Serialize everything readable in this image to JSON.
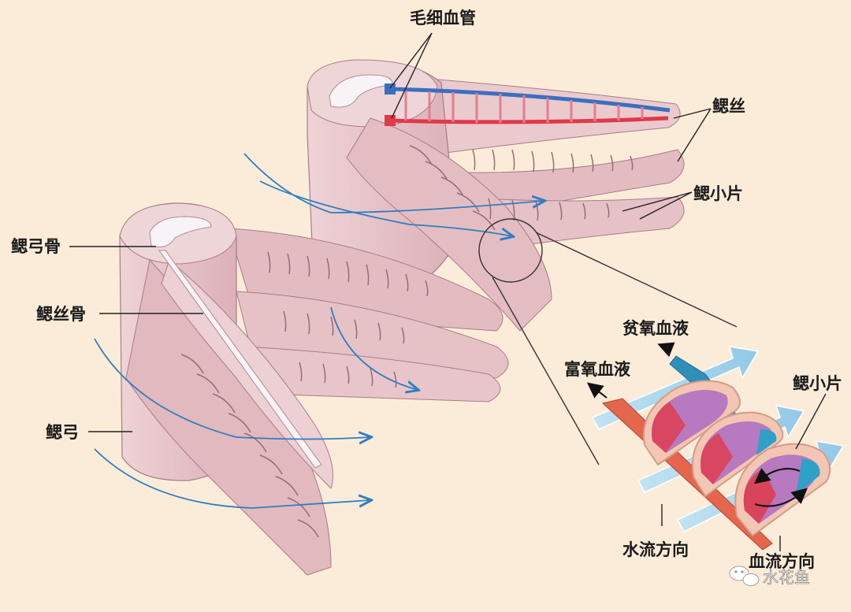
{
  "labels": {
    "capillaries": "毛细血管",
    "gill_filament": "鳃丝",
    "gill_lamella_top": "鳃小片",
    "gill_arch_bone": "鳃弓骨",
    "gill_filament_bone": "鳃丝骨",
    "gill_arch": "鳃弓",
    "deoxygenated_blood": "贫氧血液",
    "oxygenated_blood": "富氧血液",
    "gill_lamella_inset": "鳃小片",
    "water_flow_direction": "水流方向",
    "blood_flow_direction": "血流方向"
  },
  "watermark": {
    "text": "水花鱼",
    "icon": "wechat-icon"
  },
  "colors": {
    "background": "#fbecd9",
    "tissue": "#e7c3c8",
    "tissue_dark": "#c99aa2",
    "cartilage": "#f4eef2",
    "artery_red": "#e0394a",
    "vein_blue": "#3a6fc0",
    "water_arrow": "#2f7fc0",
    "flow_arrow": "#9fd3ee"
  }
}
